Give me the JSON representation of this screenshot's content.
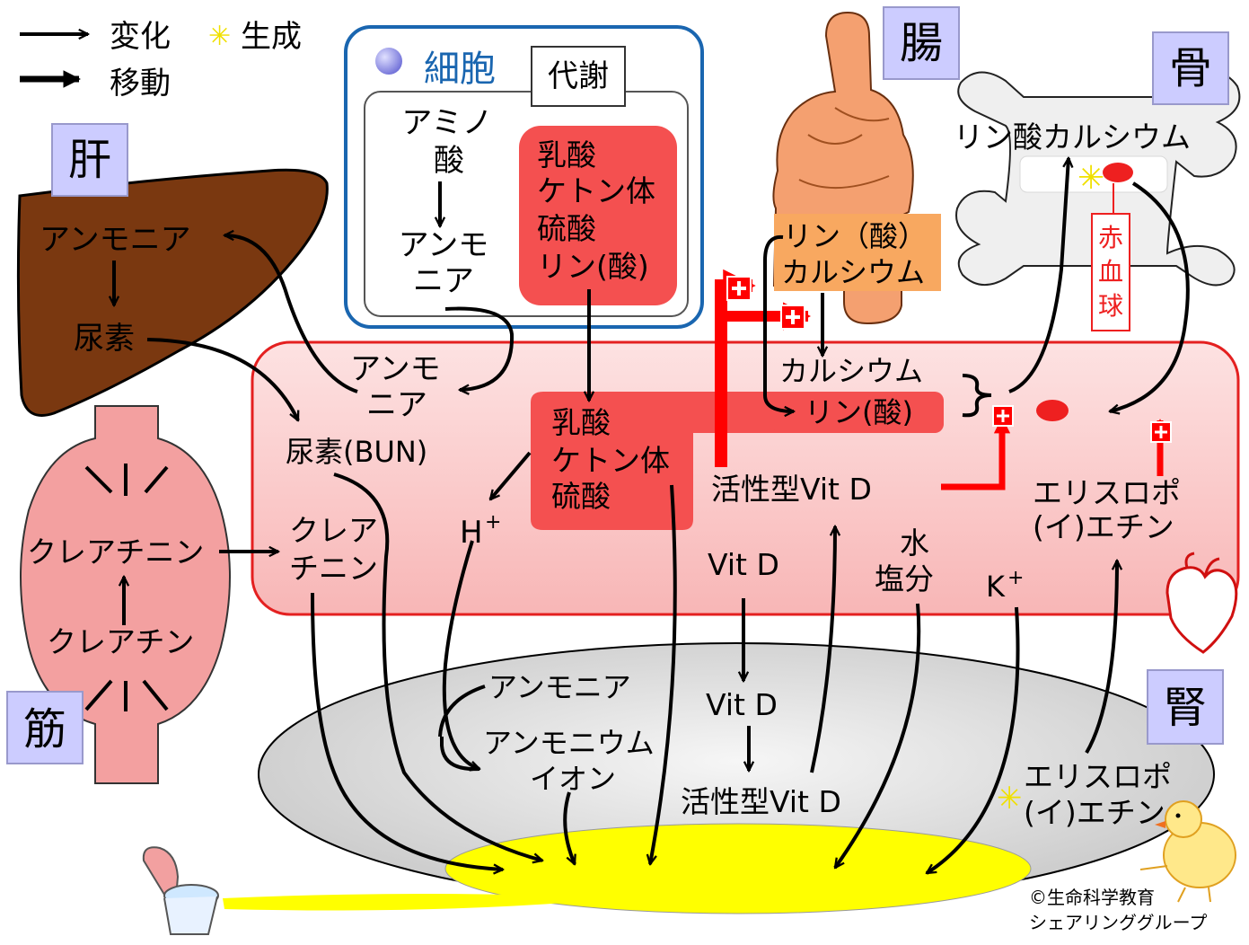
{
  "legend": {
    "change": "変化",
    "generate": "生成",
    "move": "移動"
  },
  "organs": {
    "liver": "肝",
    "muscle": "筋",
    "intestine": "腸",
    "bone": "骨",
    "kidney": "腎"
  },
  "cell": {
    "title": "細胞",
    "metabolism": "代謝",
    "amino_acid_1": "アミノ",
    "amino_acid_2": "酸",
    "ammonia_1": "アンモ",
    "ammonia_2": "ニア",
    "acids": [
      "乳酸",
      "ケトン体",
      "硫酸",
      "リン(酸)"
    ]
  },
  "liver": {
    "ammonia": "アンモニア",
    "urea": "尿素"
  },
  "muscle": {
    "creatinine": "クレアチニン",
    "creatine": "クレアチン"
  },
  "intestine": {
    "phosphate": "リン（酸）",
    "calcium": "カルシウム"
  },
  "bone": {
    "calcium_phosphate": "リン酸カルシウム",
    "rbc": [
      "赤",
      "血",
      "球"
    ]
  },
  "blood": {
    "ammonia_1": "アンモ",
    "ammonia_2": "ニア",
    "bun": "尿素(BUN)",
    "creatinine_1": "クレア",
    "creatinine_2": "チニン",
    "h_ion": "H",
    "h_sup": "+",
    "acids": [
      "乳酸",
      "ケトン体",
      "硫酸"
    ],
    "calcium": "カルシウム",
    "phosphate": "リン(酸)",
    "active_vitd": "活性型Vit D",
    "vitd": "Vit D",
    "water": "水",
    "salt": "塩分",
    "k_ion": "K",
    "k_sup": "+",
    "epo_1": "エリスロポ",
    "epo_2": "(イ)エチン"
  },
  "kidney": {
    "ammonia": "アンモニア",
    "ammonium_1": "アンモニウム",
    "ammonium_2": "イオン",
    "vitd": "Vit D",
    "active_vitd": "活性型Vit D",
    "epo_1": "エリスロポ",
    "epo_2": "(イ)エチン"
  },
  "copyright_1": "©生命科学教育",
  "copyright_2": "シェアリンググループ",
  "colors": {
    "acid_box": "#f45050",
    "blood": "#fbd2d2",
    "blood_border": "#e42020",
    "liver": "#7a3810",
    "muscle": "#f3a0a0",
    "intestine_box": "#f8a860",
    "organ_tag": "#ccccff",
    "urine": "#ffff00",
    "cell_border": "#1a66b0",
    "kidney": "#d8d8d8",
    "plus_red": "#ff0000"
  }
}
